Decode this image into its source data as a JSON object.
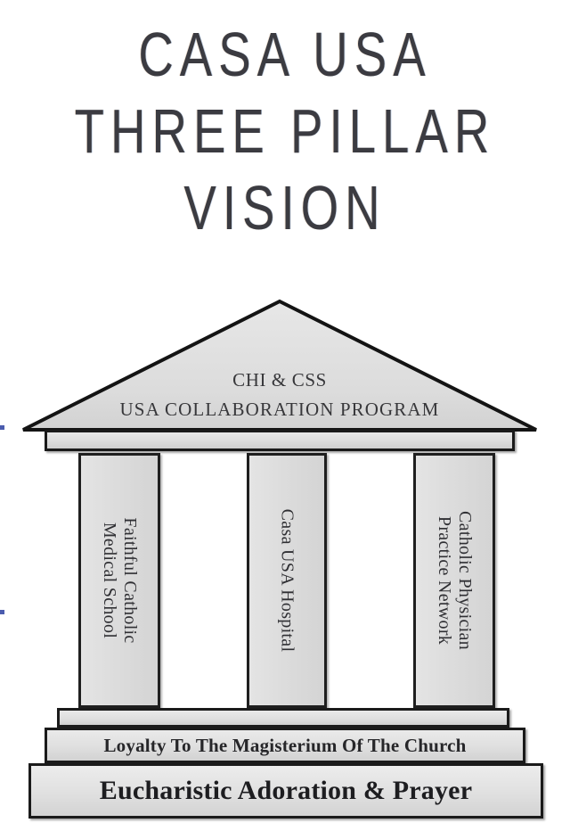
{
  "title": {
    "lines": [
      "CASA USA",
      "THREE PILLAR",
      "VISION"
    ],
    "color": "#3b3b41"
  },
  "diagram": {
    "type": "greek-temple",
    "pediment": {
      "line1": "CHI & CSS",
      "line2": "USA COLLABORATION  PROGRAM",
      "fill": "#dedede",
      "stroke": "#141414"
    },
    "entablature": {
      "fill": "#dcdcdc",
      "stroke": "#1a1a1a"
    },
    "pillars": [
      {
        "id": "pillar-1",
        "line1": "Faithful Catholic",
        "line2": "Medical School"
      },
      {
        "id": "pillar-2",
        "line1": "Casa USA Hospital",
        "line2": ""
      },
      {
        "id": "pillar-3",
        "line1": "Catholic Physician",
        "line2": "Practice Network"
      }
    ],
    "base": {
      "plinth_label": "",
      "tier2_label": "Loyalty To The Magisterium Of The Church",
      "tier3_label": "Eucharistic Adoration & Prayer",
      "fill": "#dfdfdf",
      "stroke": "#1a1a1a"
    }
  }
}
